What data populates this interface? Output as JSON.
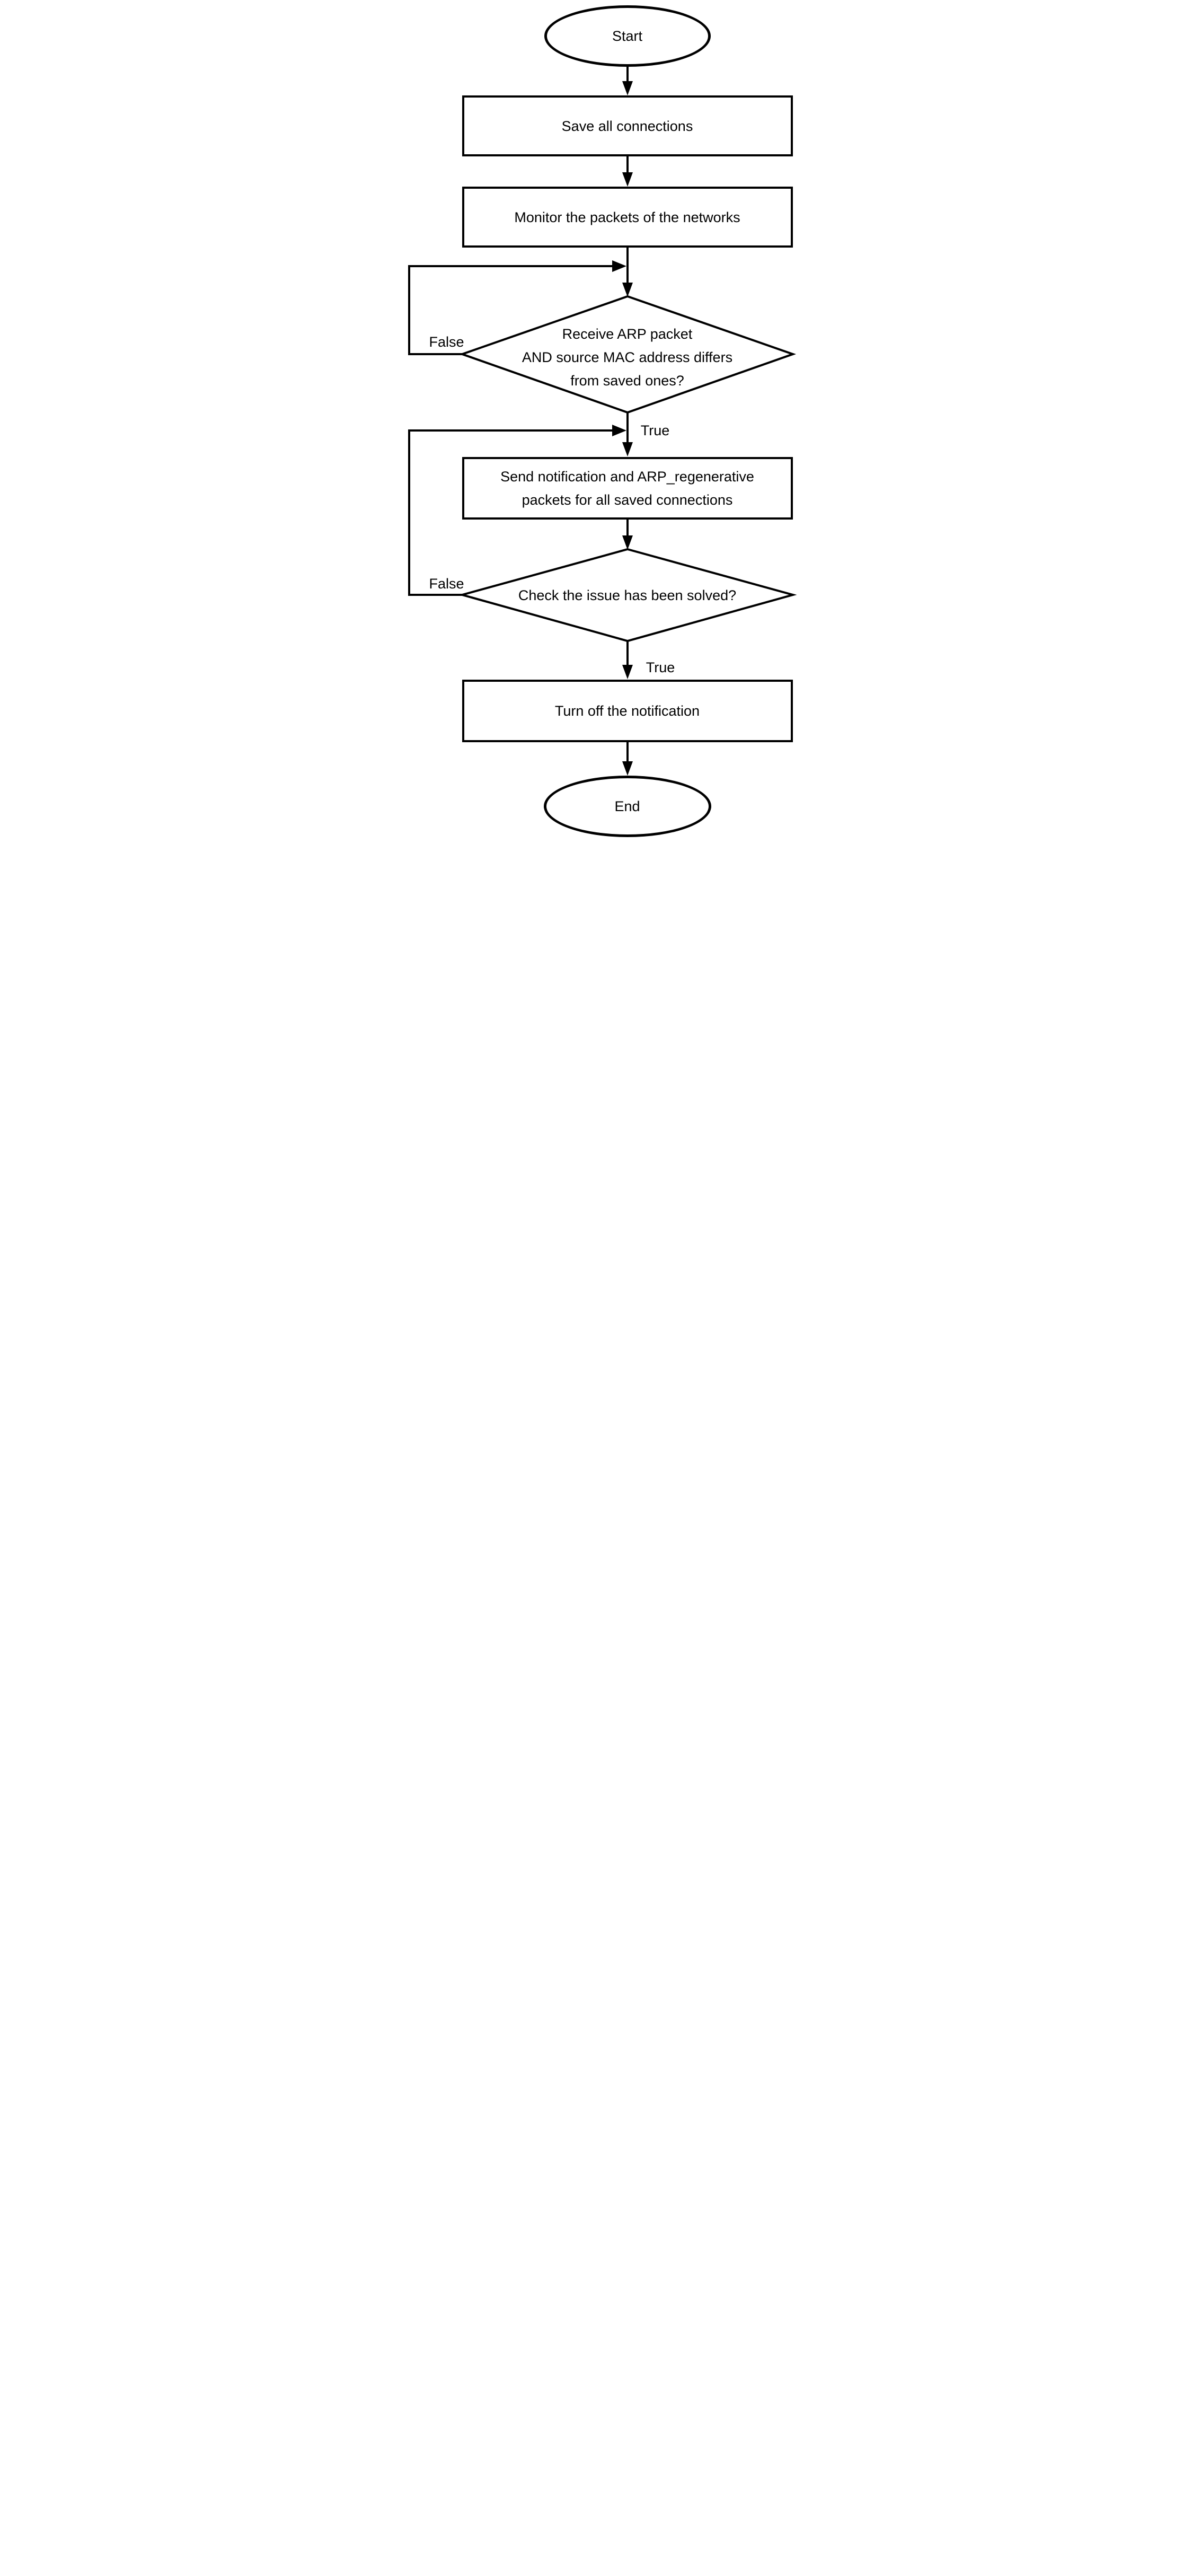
{
  "flowchart": {
    "background": "#ffffff",
    "stroke_color": "#000000",
    "fill_color": "#ffffff",
    "nodes": {
      "start": {
        "type": "terminator",
        "label": "Start"
      },
      "save_connections": {
        "type": "process",
        "label": "Save all connections"
      },
      "monitor_packets": {
        "type": "process",
        "label": "Monitor the packets of the networks"
      },
      "arp_check": {
        "type": "decision",
        "lines": [
          "Receive ARP packet",
          "AND source MAC address differs",
          "from saved ones?"
        ]
      },
      "send_notification": {
        "type": "process",
        "lines": [
          "Send notification and ARP_regenerative",
          "packets for all saved connections"
        ]
      },
      "issue_solved": {
        "type": "decision",
        "label": "Check the issue has been solved?"
      },
      "turn_off": {
        "type": "process",
        "label": "Turn off the notification"
      },
      "end": {
        "type": "terminator",
        "label": "End"
      }
    },
    "edge_labels": {
      "arp_check_false": "False",
      "arp_check_true": "True",
      "issue_solved_false": "False",
      "issue_solved_true": "True"
    }
  }
}
